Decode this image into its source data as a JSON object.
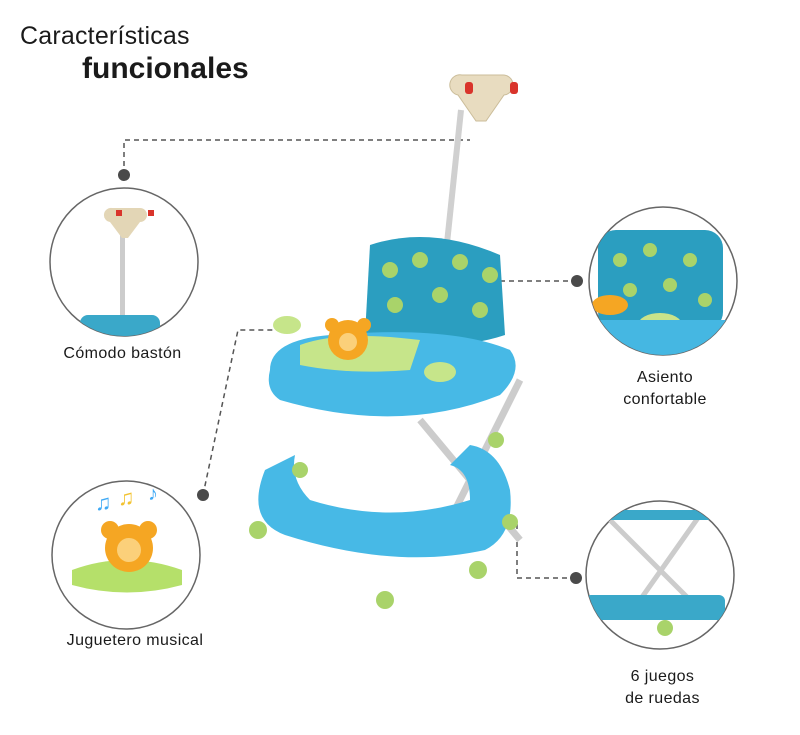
{
  "title": {
    "line1": "Características",
    "line2": "funcionales"
  },
  "features": [
    {
      "label": "Cómodo bastón"
    },
    {
      "label_line1": "Asiento",
      "label_line2": "confortable"
    },
    {
      "label": "Juguetero musical"
    },
    {
      "label_line1": "6 juegos",
      "label_line2": "de ruedas"
    }
  ],
  "colors": {
    "blue": "#3fb2e0",
    "green": "#b5d96a",
    "orange": "#f5a623",
    "beige": "#e8dcc0",
    "red": "#d9342b",
    "connector": "#4a4a4a"
  }
}
